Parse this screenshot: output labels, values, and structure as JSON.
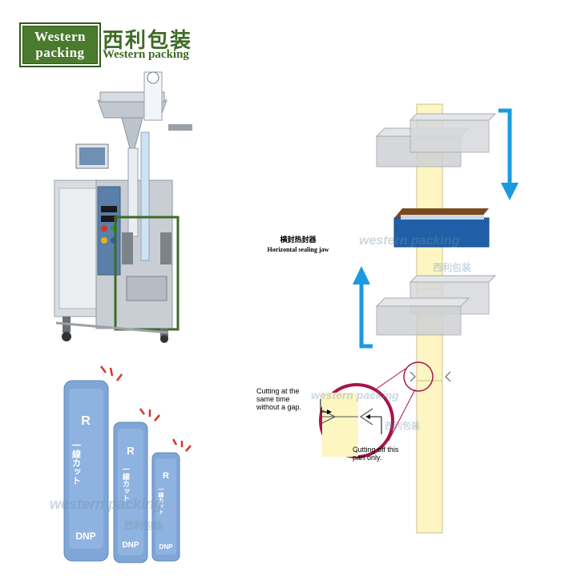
{
  "logo": {
    "line1": "Western",
    "line2": "packing",
    "chinese": "西利包装",
    "english": "Western packing"
  },
  "diagram": {
    "jaw_label_cn": "横封热封器",
    "jaw_label_en": "Horizontal sealing jaw",
    "note_left": [
      "Cutting at the",
      "same time",
      "without a gap."
    ],
    "note_right": [
      "Cutting off this",
      "part only."
    ]
  },
  "watermark": {
    "text": "western packing",
    "chinese": "西利包装"
  },
  "sachet": {
    "prefix": "R",
    "line_text": "一線カット",
    "brand": "DNP"
  },
  "colors": {
    "brand_green": "#4a7a2e",
    "arrow_blue": "#1a9ae0",
    "jaw_blue": "#1f5fa8",
    "film_yellow": "#fdf6c3",
    "circle_red": "#a8124a"
  }
}
